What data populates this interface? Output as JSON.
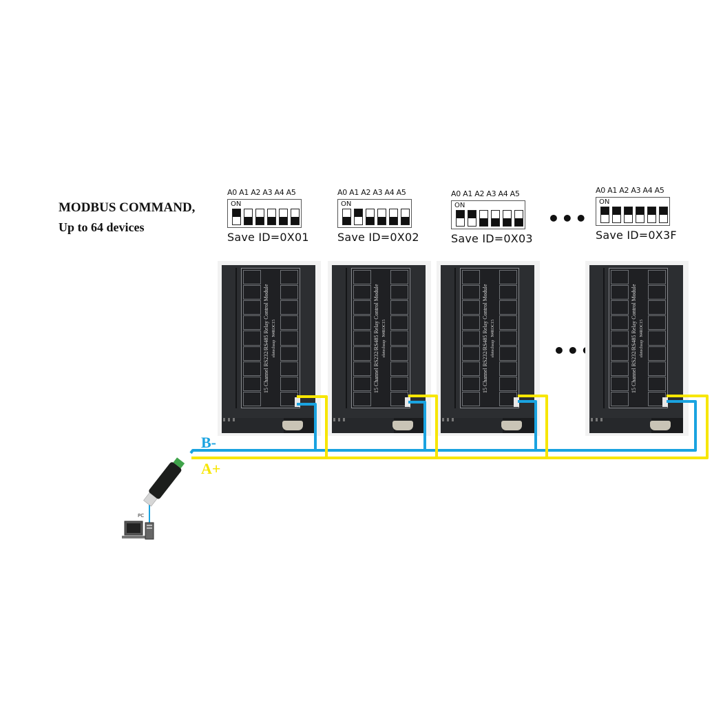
{
  "title": {
    "line1": "MODBUS COMMAND,",
    "line2": "Up to 64 devices"
  },
  "dip_switches": [
    {
      "id": "0X01",
      "pins": [
        "A0",
        "A1",
        "A2",
        "A3",
        "A4",
        "A5"
      ],
      "on_label": "ON",
      "states": [
        "on",
        "off",
        "off",
        "off",
        "off",
        "off"
      ],
      "caption": "Save ID=0X01"
    },
    {
      "id": "0X02",
      "pins": [
        "A0",
        "A1",
        "A2",
        "A3",
        "A4",
        "A5"
      ],
      "on_label": "ON",
      "states": [
        "off",
        "on",
        "off",
        "off",
        "off",
        "off"
      ],
      "caption": "Save ID=0X02"
    },
    {
      "id": "0X03",
      "pins": [
        "A0",
        "A1",
        "A2",
        "A3",
        "A4",
        "A5"
      ],
      "on_label": "ON",
      "states": [
        "on",
        "on",
        "off",
        "off",
        "off",
        "off"
      ],
      "caption": "Save ID=0X03"
    },
    {
      "id": "0X3F",
      "pins": [
        "A0",
        "A1",
        "A2",
        "A3",
        "A4",
        "A5"
      ],
      "on_label": "ON",
      "states": [
        "on",
        "on",
        "on",
        "on",
        "on",
        "on"
      ],
      "caption": "Save ID=0X3F"
    }
  ],
  "pin_header": "A0 A1 A2 A3 A4 A5",
  "ellipsis": "•••",
  "module": {
    "name": "15 Channel RS232/RS485 Relay Control Module",
    "brand": "eletechsup",
    "model": "N4ROC15",
    "count_shown": 4
  },
  "bus": {
    "b_label": "B-",
    "a_label": "A+",
    "b_color": "#1aa3e0",
    "a_color": "#f7e600"
  },
  "pc": {
    "label": "PC"
  }
}
